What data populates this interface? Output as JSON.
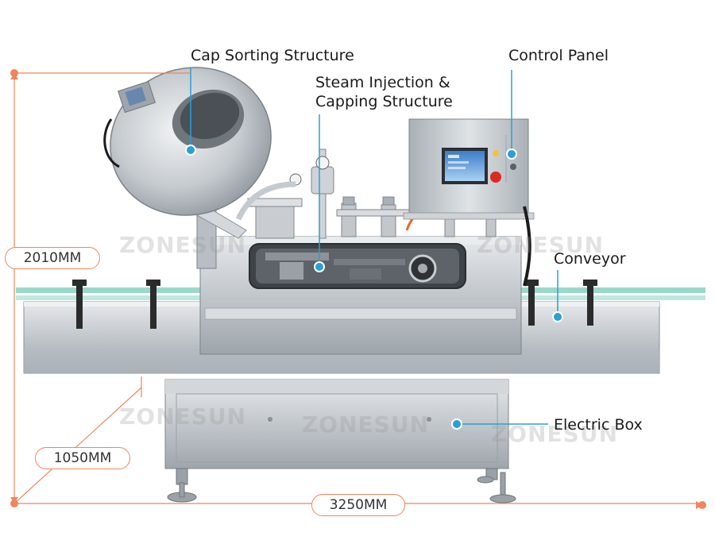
{
  "callouts": {
    "cap_sorting": "Cap Sorting Structure",
    "steam_line1": "Steam Injection &",
    "steam_line2": "Capping Structure",
    "control_panel": "Control Panel",
    "conveyor": "Conveyor",
    "electric_box": "Electric Box"
  },
  "dimensions": {
    "height": "2010MM",
    "depth": "1050MM",
    "length": "3250MM"
  },
  "watermark": "ZONESUN",
  "colors": {
    "accent_blue": "#2a9fd8",
    "dimension_orange": "#f0855e",
    "steel": "#c4c8cc",
    "steel_dark": "#8f969c",
    "emergency_red": "#d92b1f",
    "indicator_yellow": "#f2c23a",
    "conveyor_green": "#8fd4c4"
  }
}
